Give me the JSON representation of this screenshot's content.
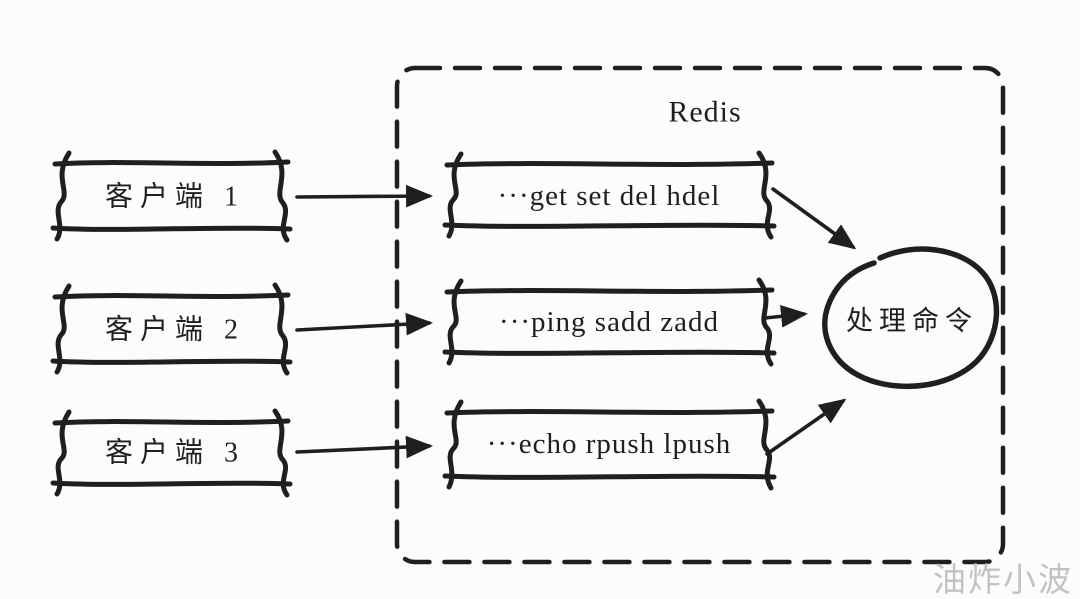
{
  "diagram": {
    "title": "Redis",
    "clients": [
      {
        "label": "客户端 1"
      },
      {
        "label": "客户端 2"
      },
      {
        "label": "客户端 3"
      }
    ],
    "command_queues": [
      {
        "label": "···get set del hdel"
      },
      {
        "label": "···ping sadd zadd"
      },
      {
        "label": "···echo rpush lpush"
      }
    ],
    "processor": {
      "label": "处理命令"
    },
    "watermark": "油炸小波",
    "colors": {
      "ink": "#1f1f1f",
      "background": "#fcfcfc",
      "watermark": "#c2c2c2"
    }
  }
}
